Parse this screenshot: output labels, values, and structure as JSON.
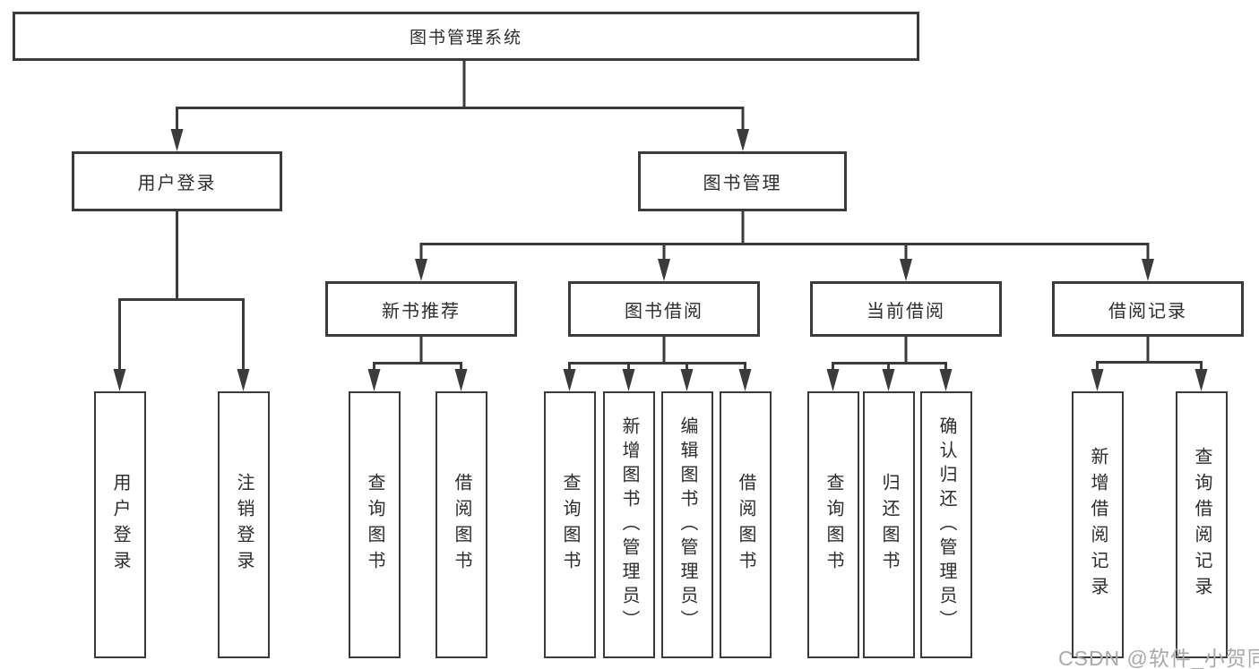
{
  "colors": {
    "line": "#3b3b3b",
    "text": "#2d2d2d",
    "background": "#ffffff",
    "watermark_gray": "#a9a9a9"
  },
  "watermark": {
    "text": "CSDN @软件_小贺同学"
  },
  "tree": {
    "root": {
      "label": "图书管理系统"
    },
    "level2": [
      {
        "label": "用户登录"
      },
      {
        "label": "图书管理"
      }
    ],
    "level3": [
      {
        "label": "新书推荐",
        "parent": "图书管理"
      },
      {
        "label": "图书借阅",
        "parent": "图书管理"
      },
      {
        "label": "当前借阅",
        "parent": "图书管理"
      },
      {
        "label": "借阅记录",
        "parent": "图书管理"
      }
    ],
    "leaves": [
      {
        "label": "用户登录",
        "parent": "用户登录"
      },
      {
        "label": "注销登录",
        "parent": "用户登录"
      },
      {
        "label": "查询图书",
        "parent": "新书推荐"
      },
      {
        "label": "借阅图书",
        "parent": "新书推荐"
      },
      {
        "label": "查询图书",
        "parent": "图书借阅"
      },
      {
        "label": "新增图书（管理员）",
        "parent": "图书借阅"
      },
      {
        "label": "编辑图书（管理员）",
        "parent": "图书借阅"
      },
      {
        "label": "借阅图书",
        "parent": "图书借阅"
      },
      {
        "label": "查询图书",
        "parent": "当前借阅"
      },
      {
        "label": "归还图书",
        "parent": "当前借阅"
      },
      {
        "label": "确认归还（管理员）",
        "parent": "当前借阅"
      },
      {
        "label": "新增借阅记录",
        "parent": "借阅记录"
      },
      {
        "label": "查询借阅记录",
        "parent": "借阅记录"
      }
    ]
  }
}
